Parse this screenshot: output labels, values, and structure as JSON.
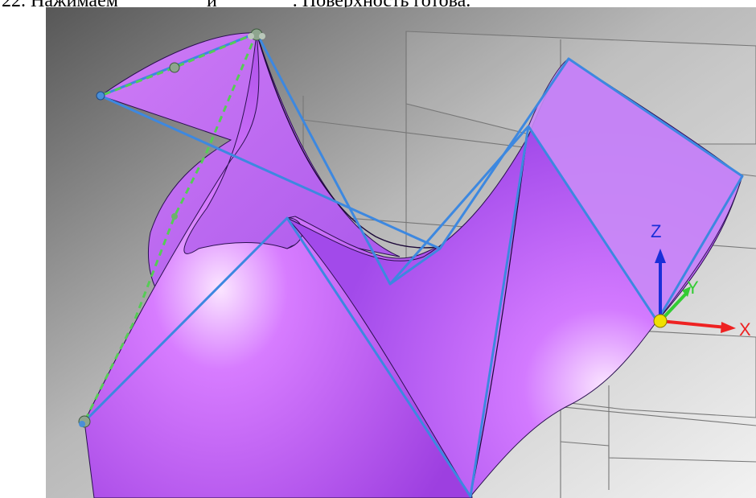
{
  "caption": {
    "step_number": "22.",
    "text_press": "Нажимаем",
    "text_and": "и",
    "text_done": ". Поверхность готова."
  },
  "viewport": {
    "axis_labels": {
      "x": "X",
      "y": "Y",
      "z": "Z"
    },
    "colors": {
      "surface": "#b45cf0",
      "surface_highlight": "#f7ddff",
      "boundary": "#3a86df",
      "guide_curve": "#55cc55",
      "axis_x": "#ee2222",
      "axis_y": "#33cc33",
      "axis_z": "#1a2fd8",
      "origin": "#f0e000",
      "background_top": "#5a5a5a",
      "background_bottom": "#f4f4f4"
    },
    "icons": {
      "triad": "coordinate-triad-icon",
      "origin": "origin-point-icon"
    }
  }
}
